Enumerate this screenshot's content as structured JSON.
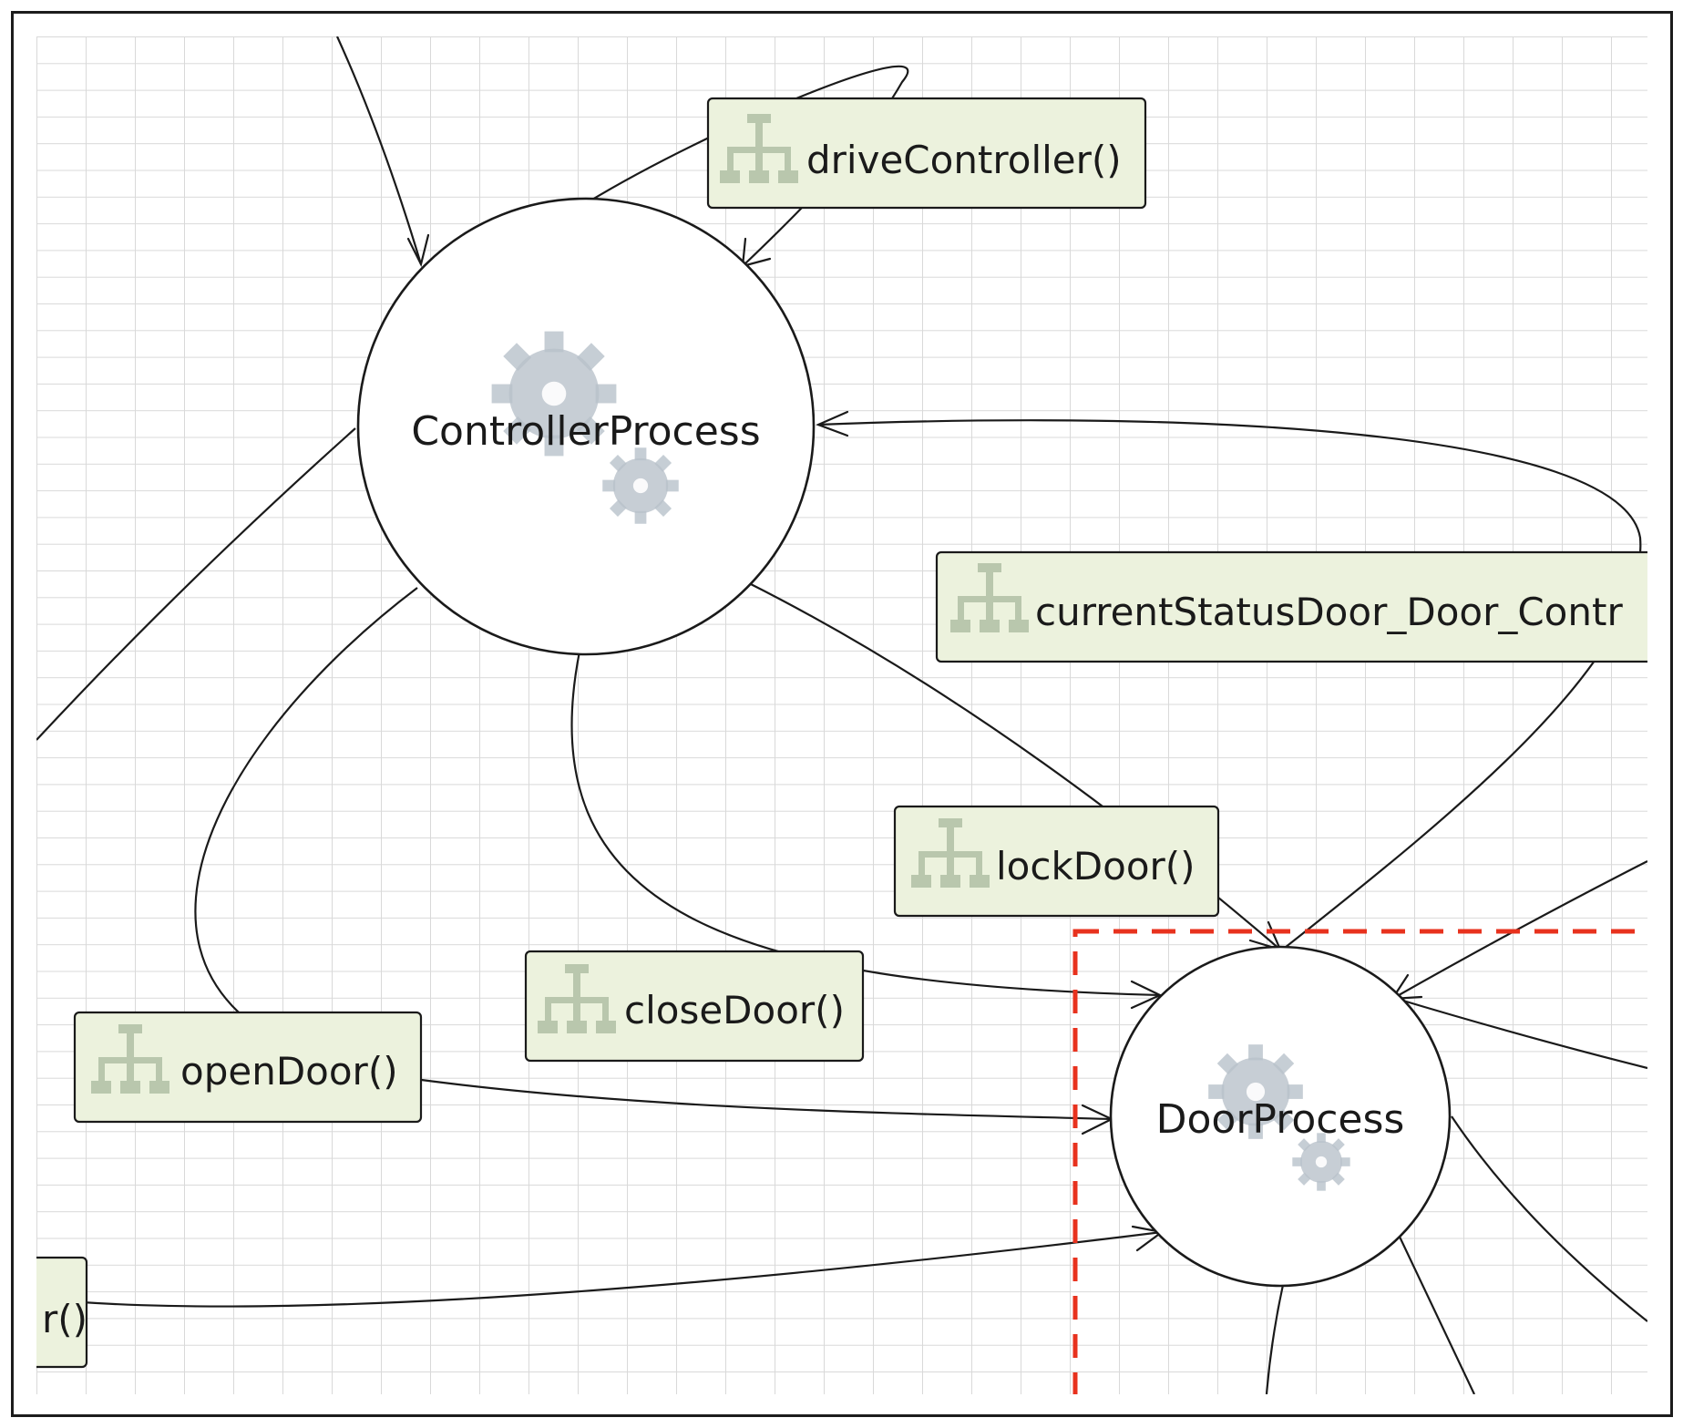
{
  "diagram": {
    "nodes": [
      {
        "id": "controller",
        "label": "ControllerProcess",
        "icon": "gear-icon"
      },
      {
        "id": "door",
        "label": "DoorProcess",
        "icon": "gear-icon",
        "selected": true
      }
    ],
    "operations": [
      {
        "id": "drive",
        "label": "driveController()",
        "icon": "hierarchy-icon"
      },
      {
        "id": "status",
        "label": "currentStatusDoor_Door_Contr",
        "icon": "hierarchy-icon"
      },
      {
        "id": "lock",
        "label": "lockDoor()",
        "icon": "hierarchy-icon"
      },
      {
        "id": "close",
        "label": "closeDoor()",
        "icon": "hierarchy-icon"
      },
      {
        "id": "open",
        "label": "openDoor()",
        "icon": "hierarchy-icon"
      },
      {
        "id": "partial",
        "label": "r()",
        "icon": "hierarchy-icon"
      }
    ],
    "colors": {
      "grid": "#d9d9d9",
      "operation_fill": "#ecf2dd",
      "selection": "#e8321e",
      "icon": "#b9c2cb"
    }
  }
}
